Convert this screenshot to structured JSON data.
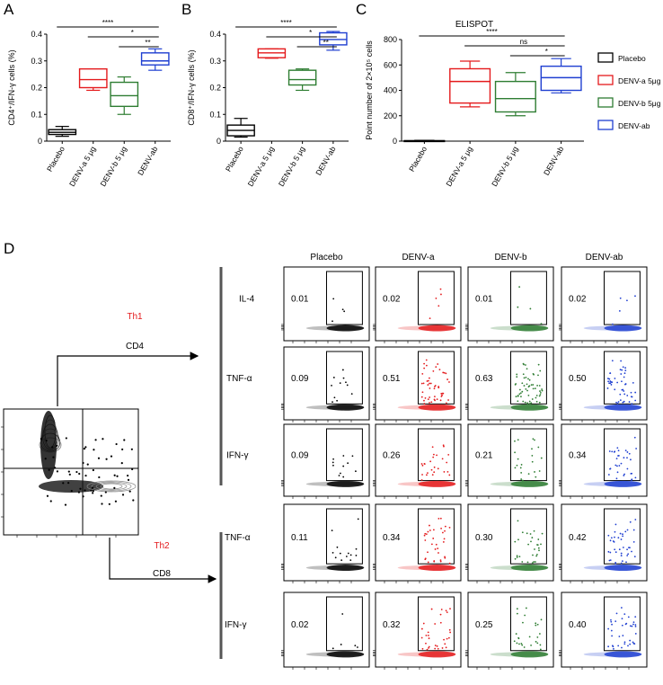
{
  "panels": {
    "A": {
      "letter": "A",
      "ylabel": "CD4⁺/IFN-γ cells (%)"
    },
    "B": {
      "letter": "B",
      "ylabel": "CD8⁺/IFN-γ cells (%)"
    },
    "C": {
      "letter": "C",
      "title": "ELISPOT",
      "ylabel": "Point number of 2×10⁵ cells"
    },
    "D": {
      "letter": "D"
    }
  },
  "legend": [
    {
      "label": "Placebo",
      "color": "#000000"
    },
    {
      "label": "DENV-a 5μg",
      "color": "#e41a1c"
    },
    {
      "label": "DENV-b 5μg",
      "color": "#2e7d32"
    },
    {
      "label": "DENV-ab",
      "color": "#1f3fd1"
    }
  ],
  "chart_data": [
    {
      "type": "box",
      "panel": "A",
      "ylabel": "CD4⁺/IFN-γ cells (%)",
      "ylim": [
        0,
        0.4
      ],
      "yticks": [
        "0",
        "0.1",
        "0.2",
        "0.3",
        "0.4"
      ],
      "categories": [
        "Placebo",
        "DENV-a 5 μg",
        "DENV-b 5 μg",
        "DENV-ab"
      ],
      "colors": [
        "#000000",
        "#e41a1c",
        "#2e7d32",
        "#1f3fd1"
      ],
      "boxes": [
        {
          "min": 0.018,
          "q1": 0.025,
          "median": 0.033,
          "q3": 0.043,
          "max": 0.055
        },
        {
          "min": 0.19,
          "q1": 0.2,
          "median": 0.23,
          "q3": 0.27,
          "max": 0.27
        },
        {
          "min": 0.1,
          "q1": 0.13,
          "median": 0.17,
          "q3": 0.22,
          "max": 0.24
        },
        {
          "min": 0.265,
          "q1": 0.285,
          "median": 0.3,
          "q3": 0.33,
          "max": 0.345
        }
      ],
      "significance": [
        {
          "label": "****",
          "from": 0,
          "to": 3
        },
        {
          "label": "*",
          "from": 1,
          "to": 3
        },
        {
          "label": "**",
          "from": 2,
          "to": 3
        }
      ]
    },
    {
      "type": "box",
      "panel": "B",
      "ylabel": "CD8⁺/IFN-γ cells (%)",
      "ylim": [
        0,
        0.4
      ],
      "yticks": [
        "0",
        "0.1",
        "0.2",
        "0.3",
        "0.4"
      ],
      "categories": [
        "Placebo",
        "DENV-a 5 μg",
        "DENV-b 5 μg",
        "DENV-ab"
      ],
      "colors": [
        "#000000",
        "#e41a1c",
        "#2e7d32",
        "#1f3fd1"
      ],
      "boxes": [
        {
          "min": 0.015,
          "q1": 0.02,
          "median": 0.04,
          "q3": 0.06,
          "max": 0.085
        },
        {
          "min": 0.31,
          "q1": 0.312,
          "median": 0.33,
          "q3": 0.345,
          "max": 0.345
        },
        {
          "min": 0.19,
          "q1": 0.21,
          "median": 0.23,
          "q3": 0.265,
          "max": 0.27
        },
        {
          "min": 0.34,
          "q1": 0.36,
          "median": 0.38,
          "q3": 0.405,
          "max": 0.41
        }
      ],
      "significance": [
        {
          "label": "****",
          "from": 0,
          "to": 3
        },
        {
          "label": "*",
          "from": 1,
          "to": 3
        },
        {
          "label": "**",
          "from": 2,
          "to": 3
        }
      ]
    },
    {
      "type": "box",
      "panel": "C",
      "title": "ELISPOT",
      "ylabel": "Point number of 2×10⁵ cells",
      "ylim": [
        0,
        800
      ],
      "yticks": [
        "0",
        "200",
        "400",
        "600",
        "800"
      ],
      "categories": [
        "Placebo",
        "DENV-a 5 μg",
        "DENV-b 5 μg",
        "DENV-ab"
      ],
      "colors": [
        "#000000",
        "#e41a1c",
        "#2e7d32",
        "#1f3fd1"
      ],
      "boxes": [
        {
          "min": 0,
          "q1": 1,
          "median": 2,
          "q3": 4,
          "max": 6
        },
        {
          "min": 270,
          "q1": 300,
          "median": 470,
          "q3": 570,
          "max": 630
        },
        {
          "min": 200,
          "q1": 230,
          "median": 335,
          "q3": 470,
          "max": 540
        },
        {
          "min": 380,
          "q1": 400,
          "median": 500,
          "q3": 590,
          "max": 650
        }
      ],
      "significance": [
        {
          "label": "****",
          "from": 0,
          "to": 3
        },
        {
          "label": "ns",
          "from": 1,
          "to": 3
        },
        {
          "label": "*",
          "from": 2,
          "to": 3
        }
      ]
    },
    {
      "type": "flow-cytometry",
      "panel": "D",
      "columns": [
        "Placebo",
        "DENV-a",
        "DENV-b",
        "DENV-ab"
      ],
      "column_colors": [
        "#000000",
        "#e41a1c",
        "#2e7d32",
        "#1f3fd1"
      ],
      "groups": [
        {
          "label": "Th1",
          "branch": "CD4",
          "rows": [
            {
              "marker": "IL-4",
              "values": [
                "0.01",
                "0.02",
                "0.01",
                "0.02"
              ]
            },
            {
              "marker": "TNF-α",
              "values": [
                "0.09",
                "0.51",
                "0.63",
                "0.50"
              ]
            },
            {
              "marker": "IFN-γ",
              "values": [
                "0.09",
                "0.26",
                "0.21",
                "0.34"
              ]
            }
          ]
        },
        {
          "label": "Th2",
          "branch": "CD8",
          "rows": [
            {
              "marker": "TNF-α",
              "values": [
                "0.11",
                "0.34",
                "0.30",
                "0.42"
              ]
            },
            {
              "marker": "IFN-γ",
              "values": [
                "0.02",
                "0.32",
                "0.25",
                "0.40"
              ]
            }
          ]
        }
      ]
    }
  ]
}
